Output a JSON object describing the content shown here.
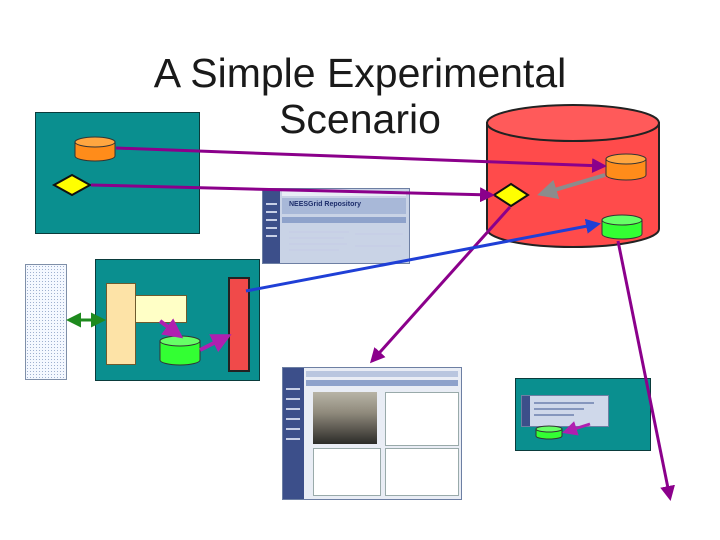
{
  "slide": {
    "title_line1": "A Simple Experimental",
    "title_line2": "Scenario"
  },
  "repository_screenshot": {
    "heading": "NEESGrid Repository"
  },
  "colors": {
    "teal_box": "#0a8f8f",
    "repository_cylinder": "#ff4b4b",
    "orange_store": "#ff8c1a",
    "green_store": "#33ff33",
    "yellow_diamond": "#ffff00",
    "purple_arrow": "#8b008b",
    "blue_arrow": "#1f3fd6",
    "green_arrow": "#1e8a1e",
    "gray_arrow": "#8c8c8c"
  },
  "icons": [
    "orange-cylinder-icon",
    "green-cylinder-icon",
    "yellow-diamond-icon"
  ]
}
